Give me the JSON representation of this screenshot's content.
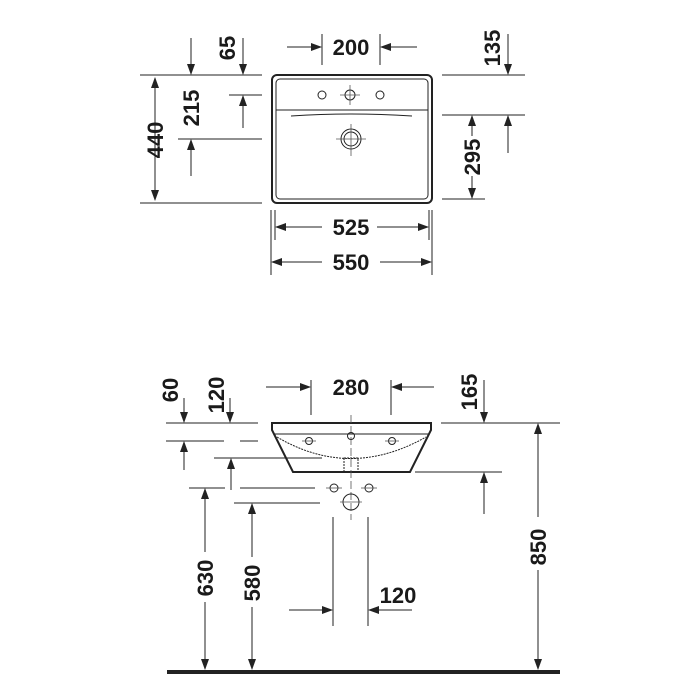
{
  "drawing": {
    "title": "Washbasin dimension drawing",
    "units": "mm",
    "top_view": {
      "dims": {
        "tap_hole_offset": "65",
        "tap_hole_spacing": "200",
        "back_to_tap": "135",
        "tap_to_overflow": "215",
        "depth_total": "440",
        "drain_to_front": "295",
        "inner_width": "525",
        "outer_width": "550"
      }
    },
    "side_view": {
      "dims": {
        "rim_to_bowl": "60",
        "rim_to_drain": "120",
        "tap_spacing": "280",
        "rim_height_offset": "165",
        "supply_height": "630",
        "waste_height": "580",
        "supply_spacing": "120",
        "rim_height": "850"
      }
    }
  }
}
